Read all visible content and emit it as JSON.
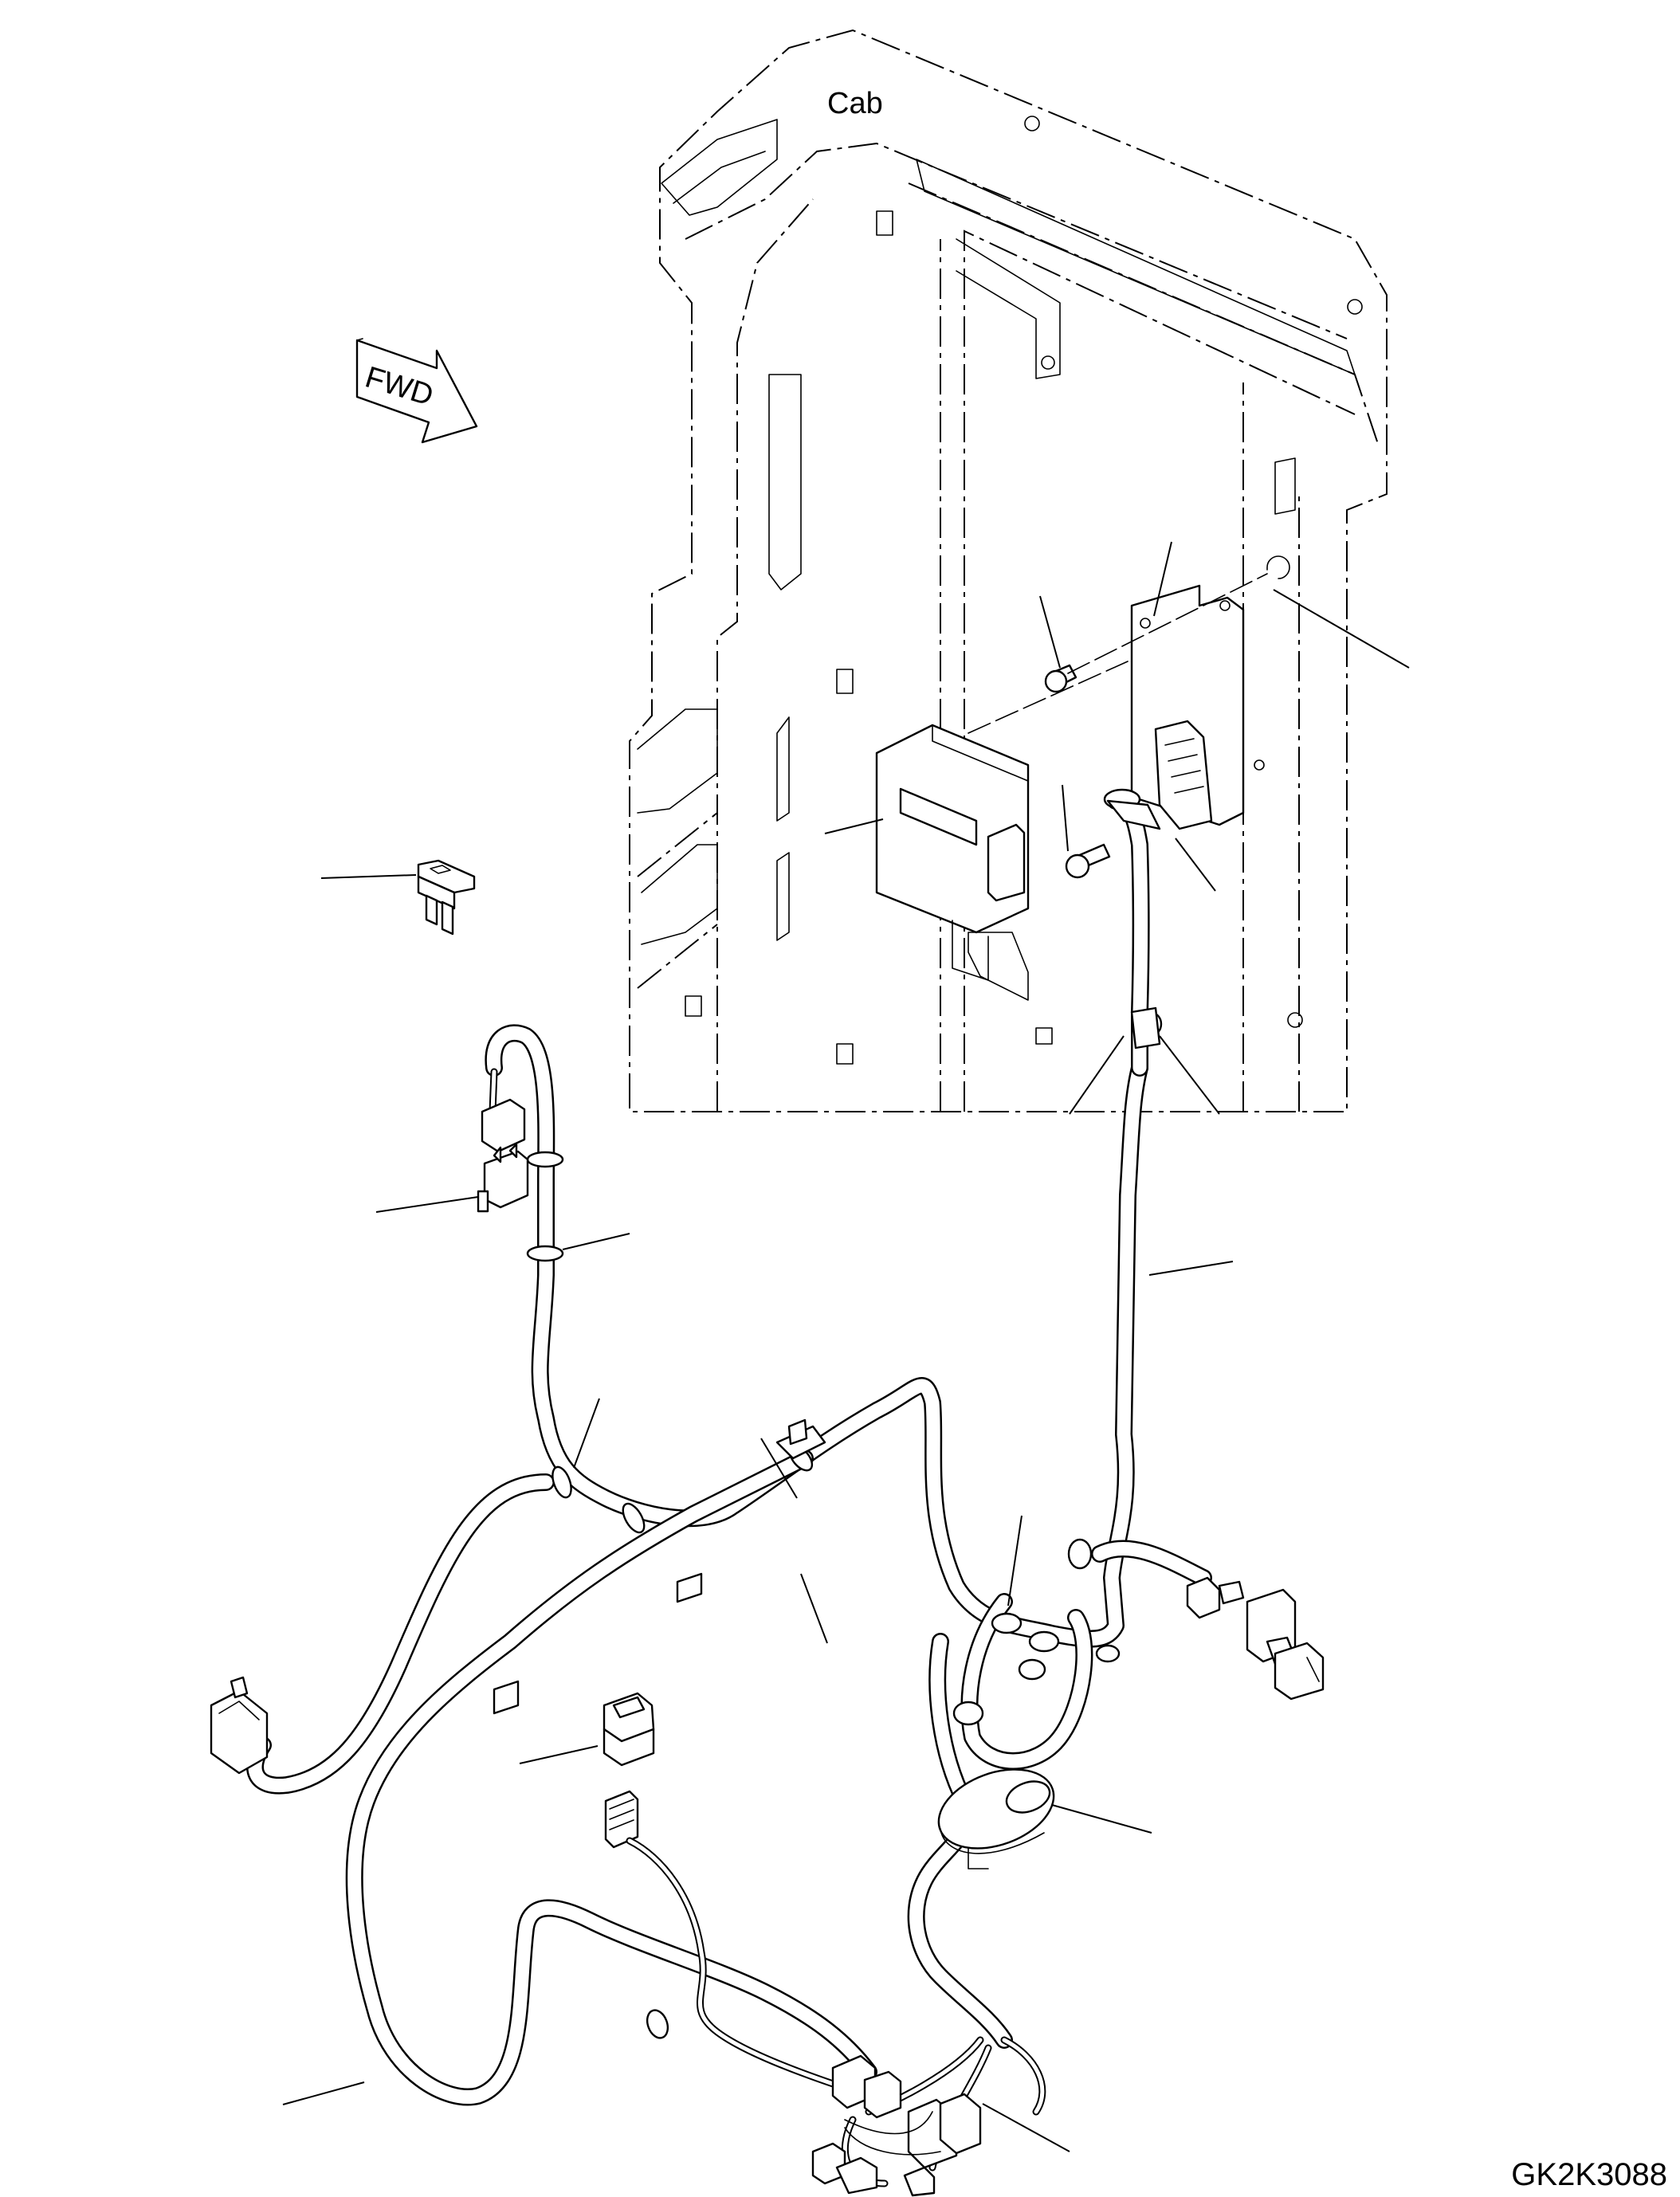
{
  "cab_label": "Cab",
  "fwd_label": "FWD",
  "drawing_number": "GK2K3088",
  "colors": {
    "line": "#000000",
    "background": "#ffffff"
  }
}
